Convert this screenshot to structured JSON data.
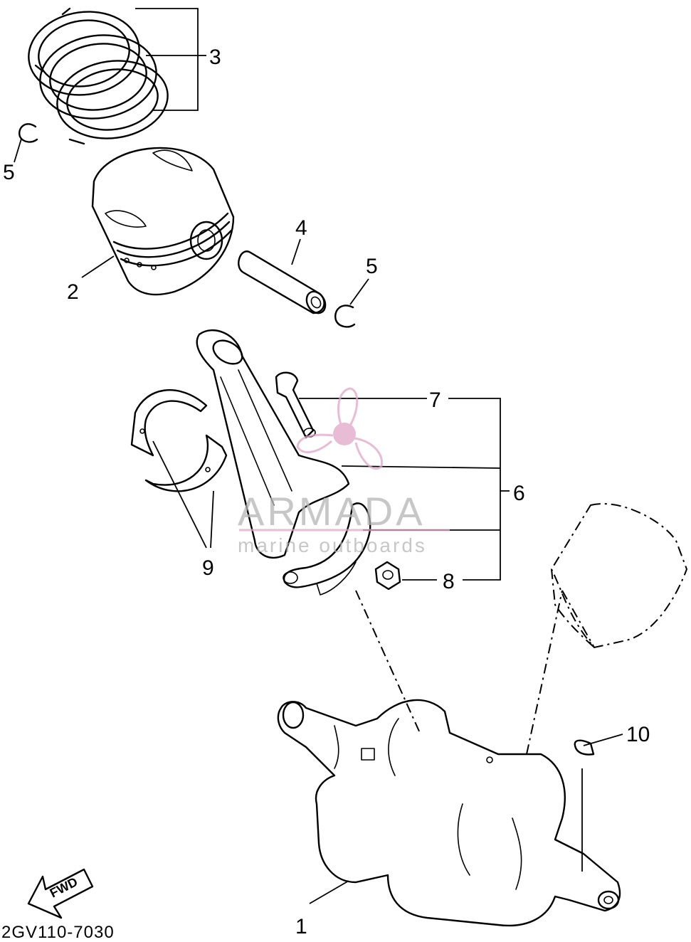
{
  "diagram": {
    "callouts": {
      "crankshaft": "1",
      "piston": "2",
      "piston_ring_set": "3",
      "piston_pin": "4",
      "clip_left": "5",
      "clip_right": "5",
      "connecting_rod_assy": "6",
      "rod_bolt": "7",
      "rod_nut": "8",
      "bearings": "9",
      "key": "10"
    },
    "direction_label": "FWD",
    "drawing_code": "2GV110-7030",
    "watermark": {
      "title": "ARMADA",
      "subtitle": "marine outboards",
      "logo_color": "#e2a6c8"
    }
  }
}
